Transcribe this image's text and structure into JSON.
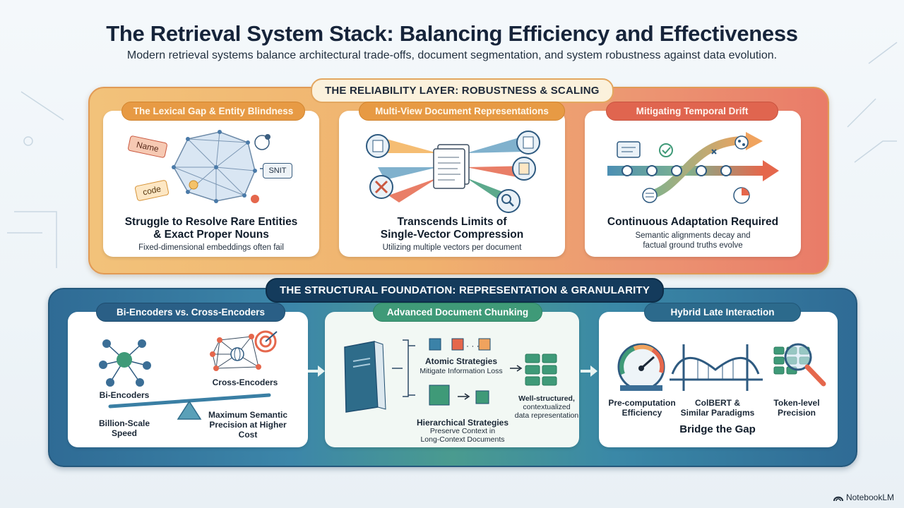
{
  "title": "The Retrieval System Stack: Balancing Efficiency and Effectiveness",
  "subtitle": "Modern retrieval systems balance architectural trade-offs, document segmentation, and system robustness against data evolution.",
  "reliability_layer": {
    "label": "THE RELIABILITY LAYER: ROBUSTNESS & SCALING",
    "cards": [
      {
        "pill": "The Lexical Gap & Entity Blindness",
        "heading_line1": "Struggle to Resolve Rare Entities",
        "heading_line2": "& Exact Proper Nouns",
        "sub": "Fixed-dimensional embeddings often fail",
        "tags": [
          "Name",
          "code",
          "SNIT"
        ]
      },
      {
        "pill": "Multi-View Document Representations",
        "heading_line1": "Transcends Limits of",
        "heading_line2": "Single-Vector Compression",
        "sub": "Utilizing multiple vectors per document"
      },
      {
        "pill": "Mitigating Temporal Drift",
        "heading_line1": "Continuous Adaptation Required",
        "sub_line1": "Semantic alignments decay and",
        "sub_line2": "factual ground truths evolve"
      }
    ]
  },
  "structural_layer": {
    "label": "THE STRUCTURAL FOUNDATION: REPRESENTATION & GRANULARITY",
    "cards": [
      {
        "pill": "Bi-Encoders vs. Cross-Encoders",
        "bi_label": "Bi-Encoders",
        "cross_label": "Cross-Encoders",
        "speed_line1": "Billion-Scale",
        "speed_line2": "Speed",
        "precision_line1": "Maximum Semantic",
        "precision_line2": "Precision at Higher",
        "precision_line3": "Cost"
      },
      {
        "pill": "Advanced Document Chunking",
        "atomic_title": "Atomic Strategies",
        "atomic_sub": "Mitigate Information Loss",
        "hier_title": "Hierarchical Strategies",
        "hier_sub_line1": "Preserve Context in",
        "hier_sub_line2": "Long-Context Documents",
        "result_line1": "Well-structured,",
        "result_line2": "contextualized",
        "result_line3": "data representation"
      },
      {
        "pill": "Hybrid Late Interaction",
        "pre_line1": "Pre-computation",
        "pre_line2": "Efficiency",
        "colbert_line1": "ColBERT &",
        "colbert_line2": "Similar Paradigms",
        "token_line1": "Token-level",
        "token_line2": "Precision",
        "bridge": "Bridge the Gap"
      }
    ]
  },
  "branding": "NotebookLM",
  "colors": {
    "orange_accent": "#e79a44",
    "red_accent": "#e0654f",
    "blue_accent": "#2a5f86",
    "green_accent": "#3f9a78"
  }
}
